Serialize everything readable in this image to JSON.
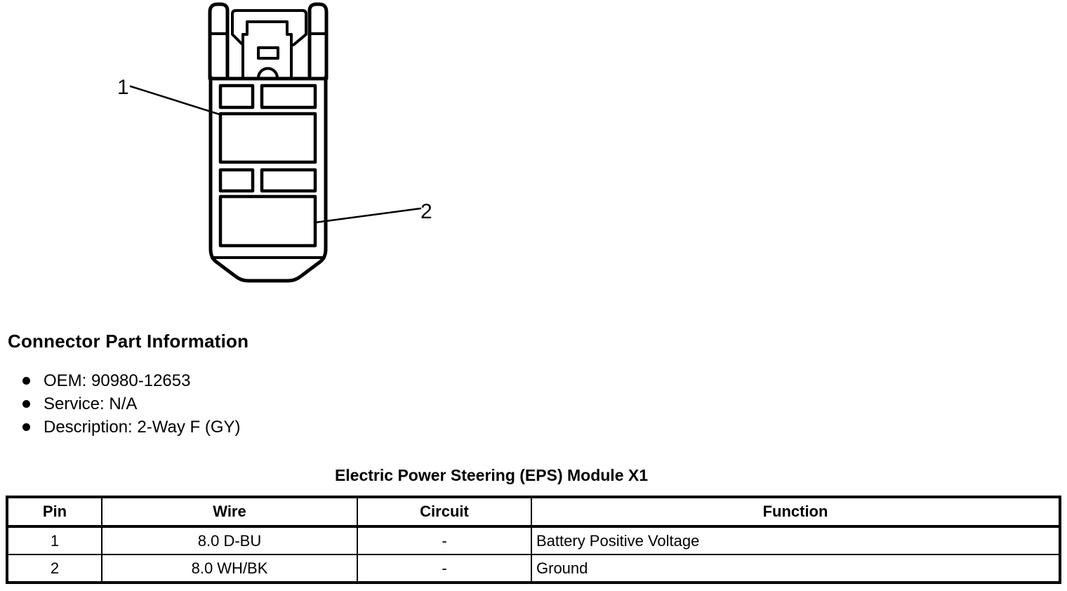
{
  "diagram": {
    "description": "2-way female connector, face view line drawing",
    "callouts": [
      {
        "label": "1"
      },
      {
        "label": "2"
      }
    ]
  },
  "connector_info": {
    "heading": "Connector Part Information",
    "items": [
      "OEM: 90980-12653",
      "Service: N/A",
      "Description: 2-Way F (GY)"
    ]
  },
  "pin_table": {
    "title": "Electric Power Steering (EPS) Module X1",
    "columns": [
      "Pin",
      "Wire",
      "Circuit",
      "Function"
    ],
    "rows": [
      {
        "pin": "1",
        "wire": "8.0 D-BU",
        "circuit": "-",
        "function": "Battery Positive Voltage"
      },
      {
        "pin": "2",
        "wire": "8.0 WH/BK",
        "circuit": "-",
        "function": "Ground"
      }
    ]
  },
  "colors": {
    "ink": "#000000",
    "background": "#ffffff"
  }
}
